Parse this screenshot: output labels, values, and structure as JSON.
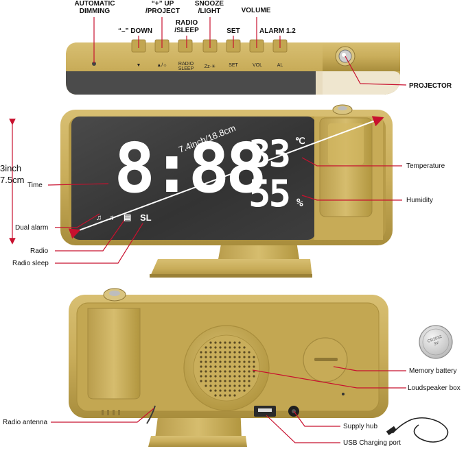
{
  "labels": {
    "automatic_dimming": "AUTOMATIC\nDIMMING",
    "up_project": "“+” UP\n/PROJECT",
    "snooze_light": "SNOOZE\n/LIGHT",
    "volume": "VOLUME",
    "minus_down": "“–”  DOWN",
    "radio_sleep": "RADIO\n/SLEEP",
    "set": "SET",
    "alarm": "ALARM 1.2",
    "projector": "PROJECTOR",
    "temperature": "Temperature",
    "humidity": "Humidity",
    "time": "Time",
    "dual_alarm": "Dual alarm",
    "radio": "Radio",
    "radio_sleep_lower": "Radio sleep",
    "memory_battery": "Memory battery",
    "loudspeaker_box": "Loudspeaker box",
    "supply_hub": "Supply hub",
    "usb_charging_port": "USB Charging port",
    "radio_antenna": "Radio antenna",
    "height_inch": "3inch",
    "height_cm": "7.5cm"
  },
  "button_legends": {
    "down": "▼",
    "up": "▲/☼",
    "radio_sleep": "RADIO\nSLEEP",
    "snooze": "Zz·☀",
    "set": "SET",
    "vol": "VOL",
    "al": "AL"
  },
  "display": {
    "time": "8:88",
    "temperature": "33",
    "temp_unit": "℃",
    "humidity": "55",
    "humidity_unit": "%",
    "sleep_indicator": "SL",
    "diagonal": "7.4inch/18.8cm"
  },
  "battery_text": "CR2032\n3V",
  "colors": {
    "gold": "#c9ad5a",
    "gold_dark": "#a88d3c",
    "screen": "#3b3b3b",
    "arrow_red": "#c8102e"
  }
}
